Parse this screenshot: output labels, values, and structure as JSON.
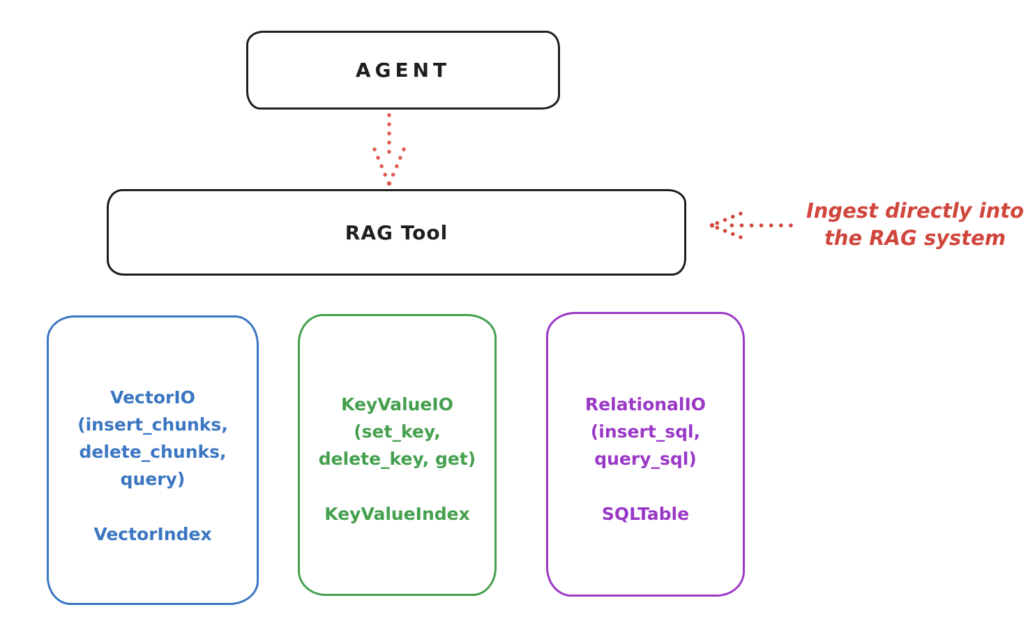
{
  "colors": {
    "ink": "#1e1e1e",
    "red": "#d0453c",
    "blue": "#3a76c2",
    "green": "#44a04e",
    "purple": "#9a38c6"
  },
  "agent": {
    "label": "AGENT"
  },
  "rag_tool": {
    "label": "RAG Tool"
  },
  "annotation": {
    "line1": "Ingest directly into",
    "line2": "the RAG system"
  },
  "stores": {
    "vector": {
      "title": "VectorIO",
      "params": [
        "(insert_chunks,",
        "delete_chunks,",
        "query)"
      ],
      "index": "VectorIndex"
    },
    "keyvalue": {
      "title": "KeyValueIO",
      "params": [
        "(set_key,",
        "delete_key, get)"
      ],
      "index": "KeyValueIndex"
    },
    "relational": {
      "title": "RelationalIO",
      "params": [
        "(insert_sql,",
        "query_sql)"
      ],
      "index": "SQLTable"
    }
  }
}
